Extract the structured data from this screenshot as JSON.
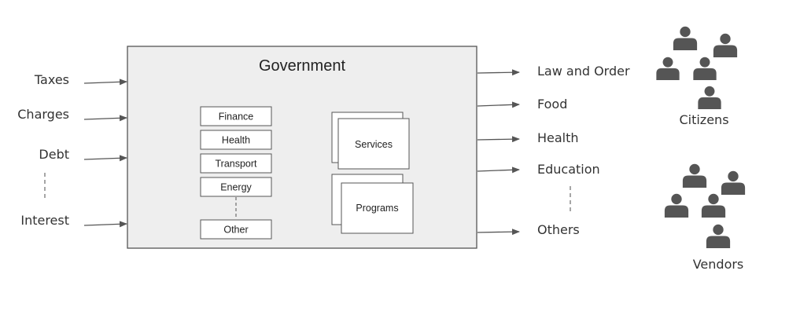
{
  "title": "Government",
  "inputs": [
    "Taxes",
    "Charges",
    "Debt",
    "Interest"
  ],
  "departments": [
    "Finance",
    "Health",
    "Transport",
    "Energy",
    "Other"
  ],
  "offerings": [
    "Services",
    "Programs"
  ],
  "outputs": [
    "Law and Order",
    "Food",
    "Health",
    "Education",
    "Others"
  ],
  "stakeholders": [
    "Citizens",
    "Vendors"
  ],
  "colors": {
    "box_fill": "#eeeeee",
    "box_stroke": "#555555",
    "arrow": "#555555",
    "person_icon": "#555555"
  },
  "icons": {
    "person": "person-icon"
  }
}
